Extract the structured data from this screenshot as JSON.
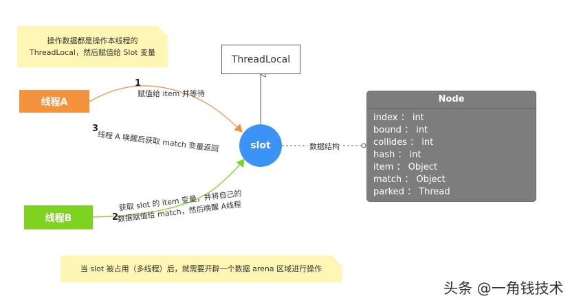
{
  "notes": {
    "top_line1": "操作数据都是操作本线程的",
    "top_line2": "ThreadLocal，然后赋值给 Slot 变量",
    "bottom": "当 slot 被占用（多线程）后，就需要开辟一个数据 arena 区域进行操作"
  },
  "thread_a": {
    "label": "线程A",
    "color": "#f5923e"
  },
  "thread_b": {
    "label": "线程B",
    "color": "#7ed321"
  },
  "thread_local": {
    "label": "ThreadLocal"
  },
  "slot": {
    "label": "slot",
    "color": "#3b93f5"
  },
  "edges": {
    "step1_num": "1",
    "step1_label": "赋值给 item 并等待",
    "step2_num": "2",
    "step2_line1": "获取 slot 的 item 变量，并将自己的",
    "step2_line2": "数据赋值给 match，然后唤醒 A线程",
    "step3_num": "3",
    "step3_label": "线程 A 唤醒后获取 match 变量返回",
    "structure_label": "数据结构"
  },
  "node": {
    "title": "Node",
    "fields": [
      "index ： int",
      "bound ： int",
      "collides ： int",
      "hash ： int",
      "item ： Object",
      "match ： Object",
      "parked ： Thread"
    ]
  },
  "watermark": "头条 @一角钱技术"
}
